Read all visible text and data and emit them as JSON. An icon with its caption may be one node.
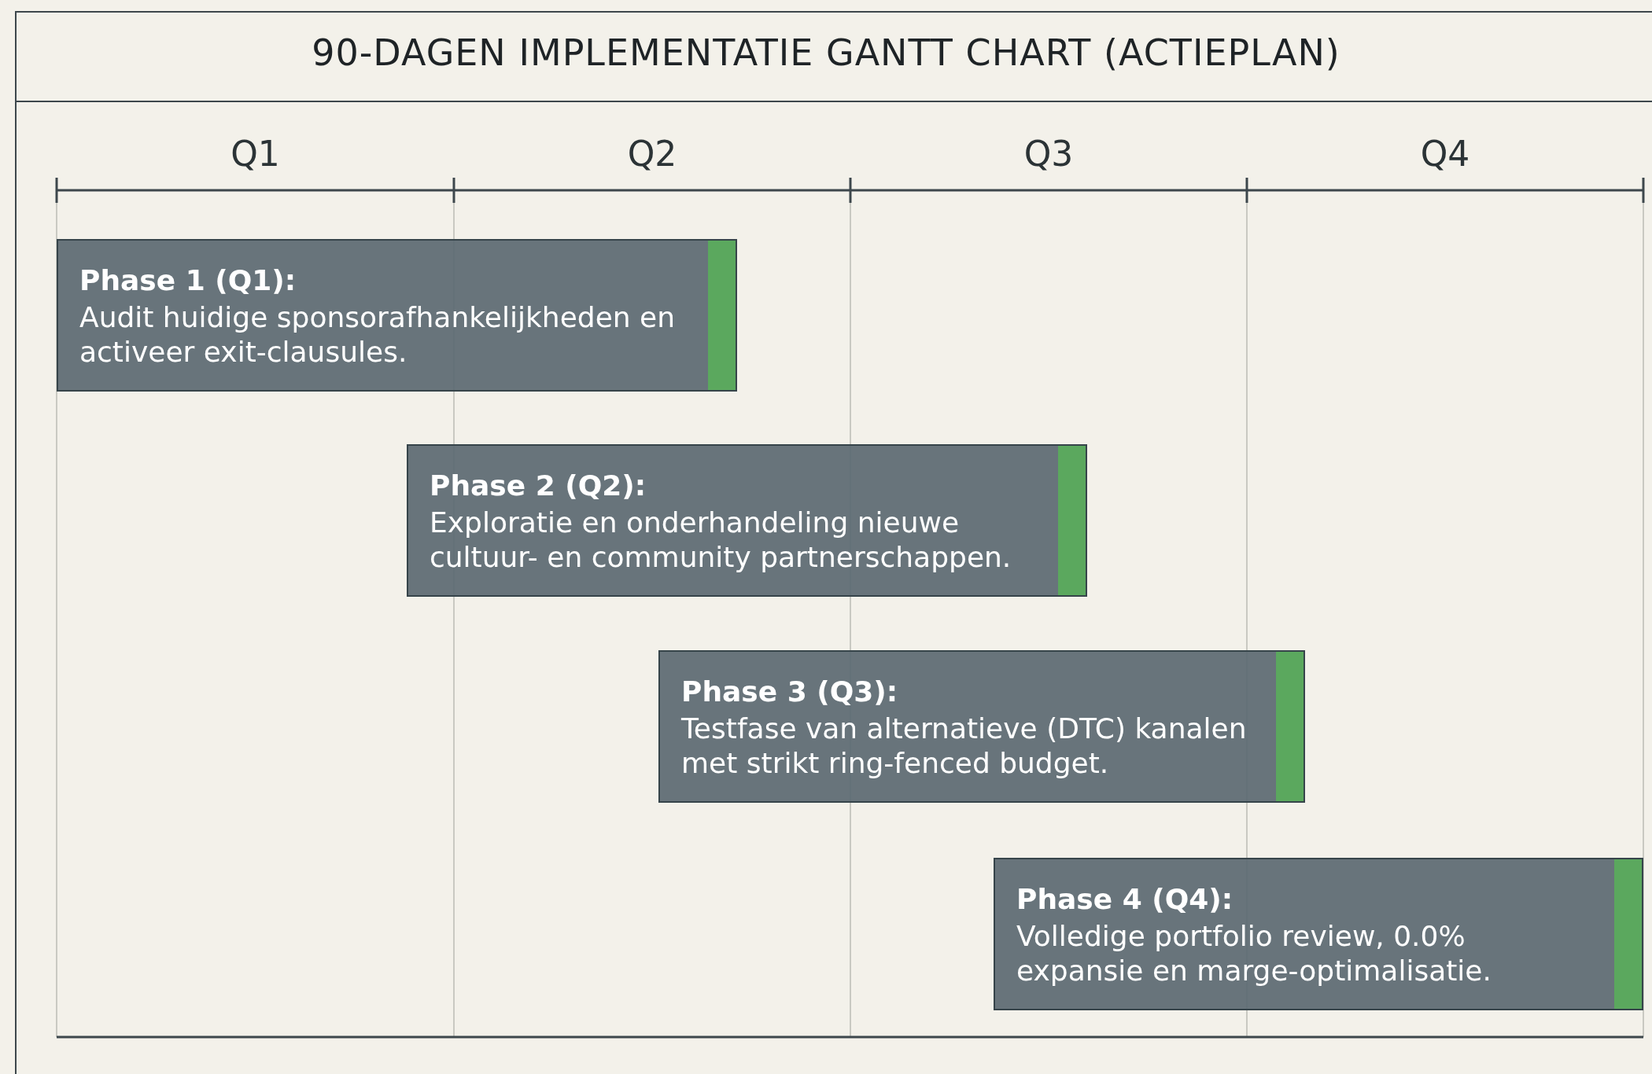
{
  "diagram": {
    "title": "90-DAGEN IMPLEMENTATIE GANTT CHART (ACTIEPLAN)",
    "nodes": [
      {
        "text": [
          "Phase 1 (Q1):",
          "Audit huidige sponsorafhankelijkheden en activeer exit-clausules."
        ]
      },
      {
        "text": [
          "Phase 2 (Q2):",
          "Exploratie en onderhandeling nieuwe cultuur- en community partnerschappen."
        ]
      },
      {
        "text": [
          "Phase 3 (Q3):",
          "Testfase van alternatieve (DTC) kanalen met strikt ring-fenced budget."
        ]
      },
      {
        "text": [
          "Phase 4 (Q4):",
          "Volledige portfolio review, 0.0% expansie en marge-optimalisatie."
        ]
      }
    ],
    "edges": [],
    "labels": [
      "Q1",
      "Q2",
      "Q3",
      "Q4"
    ]
  }
}
